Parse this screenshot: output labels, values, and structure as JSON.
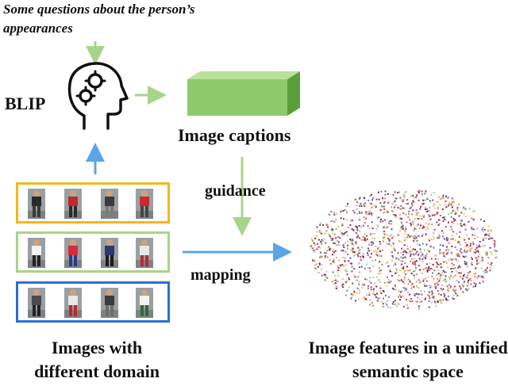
{
  "labels": {
    "questions": "Some questions about the person’s appearances",
    "model": "BLIP",
    "captions": "Image captions",
    "guidance": "guidance",
    "mapping": "mapping",
    "images": "Images with different domain",
    "features": "Image features in a unified semantic space"
  },
  "colors": {
    "green_arrow": "#a8d48a",
    "blue_arrow": "#5aa5e6",
    "box_green": "#8ccc6a",
    "row_yellow": "#f2b81a",
    "row_green": "#a8d48a",
    "row_blue": "#2b6fd6"
  },
  "icons": [
    "head-gears-icon",
    "caption-box-icon"
  ],
  "pedestrian_rows": [
    {
      "name": "domain-a",
      "people": [
        {
          "top": "#2a2a2a",
          "bottom": "#3a3a3a"
        },
        {
          "top": "#c0282b",
          "bottom": "#2a2a2a"
        },
        {
          "top": "#3a3a3a",
          "bottom": "#7a7a7a"
        },
        {
          "top": "#d0262e",
          "bottom": "#444444"
        }
      ]
    },
    {
      "name": "domain-b",
      "people": [
        {
          "top": "#f2f2f2",
          "bottom": "#222222"
        },
        {
          "top": "#d62b3a",
          "bottom": "#2b3a8a"
        },
        {
          "top": "#2b3a6a",
          "bottom": "#1a1a1a"
        },
        {
          "top": "#e8e8e8",
          "bottom": "#c0282b"
        }
      ]
    },
    {
      "name": "domain-c",
      "people": [
        {
          "top": "#4a4a4a",
          "bottom": "#222222"
        },
        {
          "top": "#e8e8e8",
          "bottom": "#c0282b"
        },
        {
          "top": "#3a3a3a",
          "bottom": "#6a6a6a"
        },
        {
          "top": "#f4f4f4",
          "bottom": "#2f6a3a"
        }
      ]
    }
  ]
}
